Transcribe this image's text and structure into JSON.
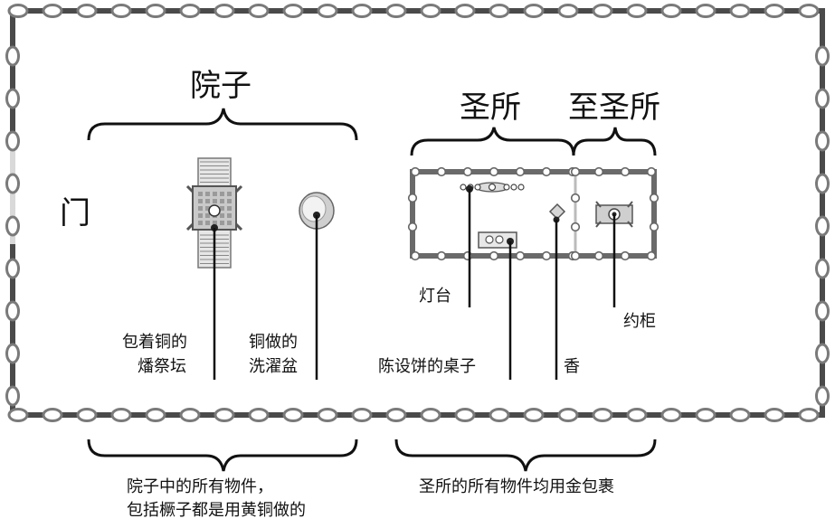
{
  "labels": {
    "courtyard": "院子",
    "gate": "门",
    "holy_place": "圣所",
    "most_holy_place": "至圣所",
    "altar_line1": "包着铜的",
    "altar_line2": "燔祭坛",
    "laver_line1": "铜做的",
    "laver_line2": "洗濯盆",
    "lampstand": "灯台",
    "table": "陈设饼的桌子",
    "incense": "香",
    "ark": "约柜",
    "note_courtyard_line1": "院子中的所有物件，",
    "note_courtyard_line2": "包括橛子都是用黄铜做的",
    "note_holy": "圣所的所有物件均用金包裹"
  },
  "colors": {
    "fence": "#7a7a7a",
    "fence_dark": "#4a4a4a",
    "line": "#111111",
    "object_fill": "#c8c8c8",
    "object_stroke": "#555555"
  }
}
